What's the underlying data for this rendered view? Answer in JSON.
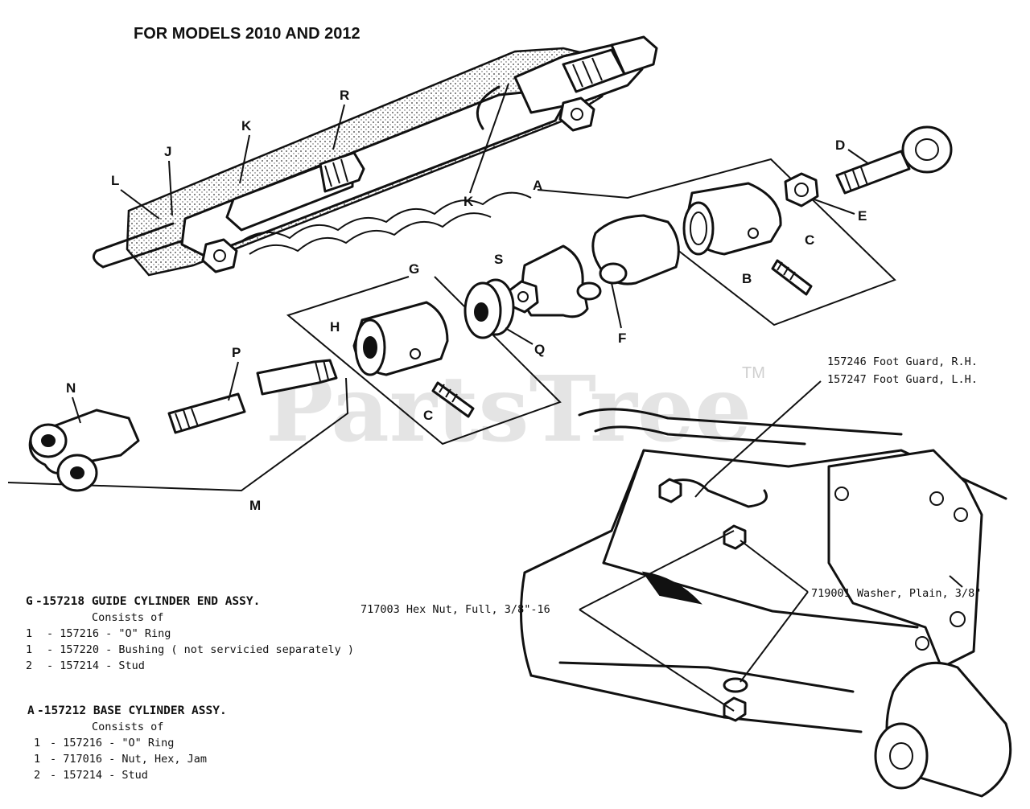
{
  "header": {
    "title": "FOR MODELS 2010 AND 2012"
  },
  "watermark": {
    "text": "PartsTree",
    "tm": "TM"
  },
  "callouts": {
    "A": "A",
    "B": "B",
    "C1": "C",
    "C2": "C",
    "D": "D",
    "E": "E",
    "F": "F",
    "G": "G",
    "H": "H",
    "J": "J",
    "K1": "K",
    "K2": "K",
    "L": "L",
    "M": "M",
    "N": "N",
    "P": "P",
    "Q": "Q",
    "R": "R",
    "S": "S"
  },
  "part_labels": {
    "foot_guard_rh": "157246  Foot Guard, R.H.",
    "foot_guard_lh": "157247  Foot Guard, L.H.",
    "washer": "719001  Washer, Plain, 3/8\"",
    "hex_nut": "717003  Hex Nut, Full, 3/8\"-16"
  },
  "guide_cylinder": {
    "heading_letter": "G",
    "heading": "-157218 GUIDE CYLINDER END ASSY.",
    "consists": "Consists of",
    "items": [
      {
        "qty": "1",
        "text": "- 157216 - \"O\" Ring"
      },
      {
        "qty": "1",
        "text": "- 157220 - Bushing ( not servicied separately )"
      },
      {
        "qty": "2",
        "text": "- 157214 - Stud"
      }
    ]
  },
  "base_cylinder": {
    "heading_letter": "A",
    "heading": "-157212 BASE CYLINDER ASSY.",
    "consists": "Consists of",
    "items": [
      {
        "qty": "1",
        "text": "- 157216 - \"O\" Ring"
      },
      {
        "qty": "1",
        "text": "- 717016 - Nut, Hex, Jam"
      },
      {
        "qty": "2",
        "text": "- 157214 - Stud"
      }
    ]
  }
}
